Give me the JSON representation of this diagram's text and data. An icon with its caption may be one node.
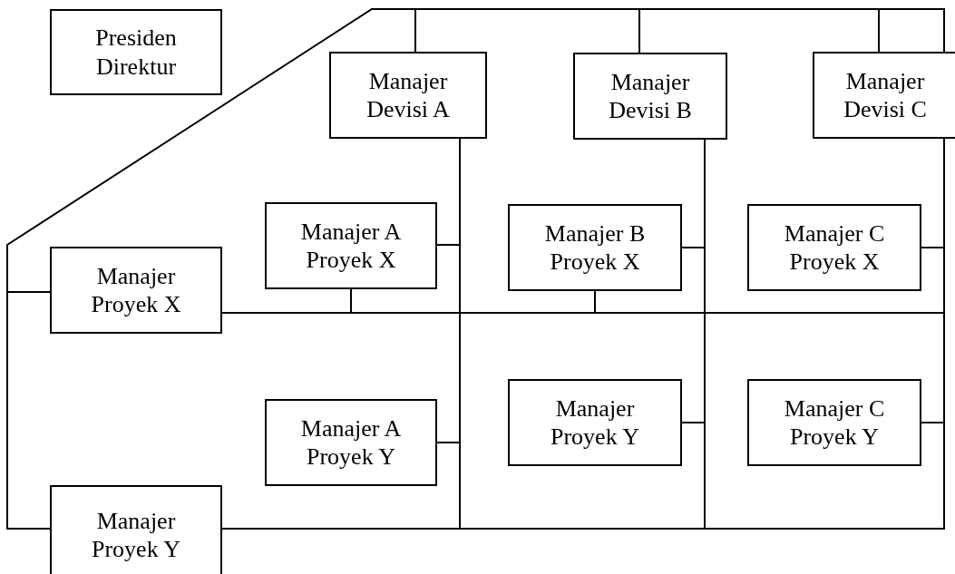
{
  "diagram": {
    "nodes": [
      {
        "text": [
          "Presiden Direktur"
        ]
      },
      {
        "text": [
          "Manajer Devisi A"
        ]
      },
      {
        "text": [
          "Manajer Devisi B"
        ]
      },
      {
        "text": [
          "Manajer Devisi C"
        ]
      },
      {
        "text": [
          "Manajer Proyek X"
        ]
      },
      {
        "text": [
          "Manajer A Proyek X"
        ]
      },
      {
        "text": [
          "Manajer B Proyek X"
        ]
      },
      {
        "text": [
          "Manajer C Proyek X"
        ]
      },
      {
        "text": [
          "Manajer A Proyek Y"
        ]
      },
      {
        "text": [
          "Manajer Proyek Y"
        ]
      },
      {
        "text": [
          "Manajer C Proyek Y"
        ]
      },
      {
        "text": [
          "Manajer Proyek Y"
        ]
      }
    ],
    "edges": [
      {
        "from": 1,
        "to": 2,
        "arrow": "none"
      },
      {
        "from": 2,
        "to": 3,
        "arrow": "none"
      },
      {
        "from": 1,
        "to": 4,
        "arrow": "none"
      },
      {
        "from": 4,
        "to": 11,
        "arrow": "none"
      },
      {
        "from": 1,
        "to": 5,
        "arrow": "none"
      },
      {
        "from": 1,
        "to": 8,
        "arrow": "none"
      },
      {
        "from": 2,
        "to": 6,
        "arrow": "none"
      },
      {
        "from": 2,
        "to": 9,
        "arrow": "none"
      },
      {
        "from": 3,
        "to": 7,
        "arrow": "none"
      },
      {
        "from": 3,
        "to": 10,
        "arrow": "none"
      },
      {
        "from": 4,
        "to": 5,
        "arrow": "none"
      },
      {
        "from": 4,
        "to": 6,
        "arrow": "none"
      },
      {
        "from": 4,
        "to": 3,
        "arrow": "none"
      },
      {
        "from": 11,
        "to": 1,
        "arrow": "none"
      },
      {
        "from": 11,
        "to": 2,
        "arrow": "none"
      },
      {
        "from": 11,
        "to": 3,
        "arrow": "none"
      }
    ]
  }
}
